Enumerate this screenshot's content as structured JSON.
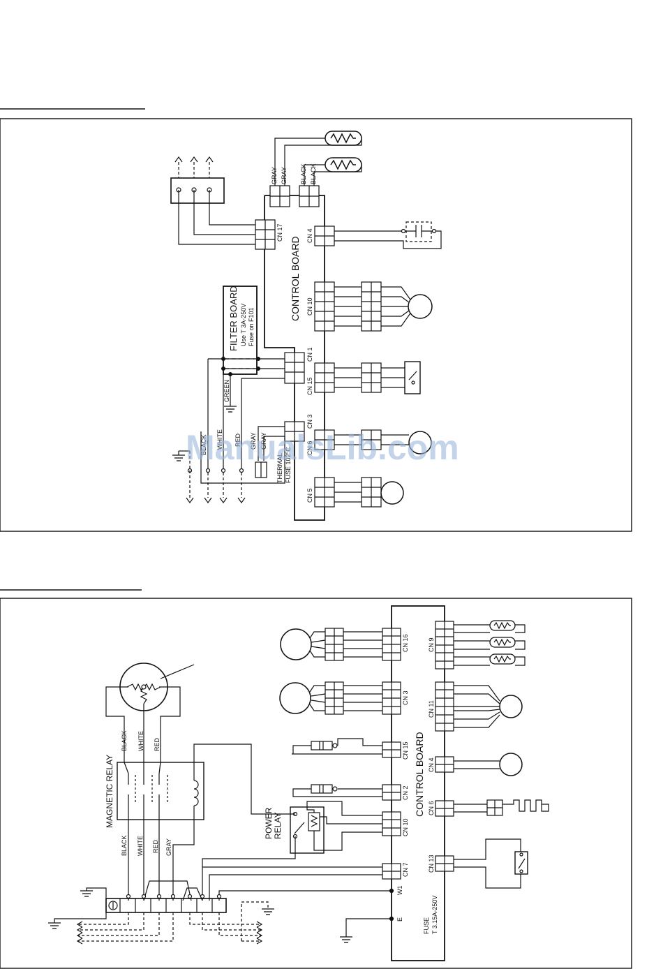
{
  "watermark": "ManualsLib.com",
  "upper_diagram": {
    "control_board_label": "CONTROL  BOARD",
    "filter_board": {
      "title": "FILTER  BOARD",
      "line1": "Use T 3A-250V",
      "line2": "Fuse on F101"
    },
    "connectors": {
      "cn17": "CN 17",
      "cn4": "CN 4",
      "cn10": "CN 10",
      "cn1": "CN 1",
      "cn15": "CN 15",
      "cn3": "CN 3",
      "cn6": "CN 6",
      "cn5": "CN 5"
    },
    "wire_labels": {
      "gray1": "GRAY",
      "gray2": "GRAY",
      "black1": "BLACK",
      "black2": "BLACK",
      "green": "GREEN",
      "black3": "BLACK",
      "white": "WHITE",
      "red": "RED",
      "gray3": "GRAY",
      "gray4": "GRAY"
    },
    "thermal_fuse_1": "THERMAL",
    "thermal_fuse_2": "FUSE  102°C"
  },
  "lower_diagram": {
    "control_board_label": "CONTROL  BOARD",
    "magnetic_relay_label": "MAGNETIC  RELAY",
    "power_relay_line1": "POWER",
    "power_relay_line2": "RELAY",
    "fuse_line1": "FUSE",
    "fuse_line2": "T 3.15A-250V",
    "w1_label": "W1",
    "e_label": "E",
    "connectors": {
      "cn16": "CN 16",
      "cn3": "CN 3",
      "cn15": "CN 15",
      "cn2": "CN 2",
      "cn10": "CN 10",
      "cn7": "CN 7",
      "cn9": "CN 9",
      "cn11": "CN 11",
      "cn4": "CN 4",
      "cn6": "CN 6",
      "cn13": "CN 13"
    },
    "wire_labels": {
      "black_top": "BLACK",
      "white_top": "WHITE",
      "red_top": "RED",
      "black_bot": "BLACK",
      "white_bot": "WHITE",
      "red_bot": "RED",
      "gray_bot": "GRAY"
    }
  }
}
